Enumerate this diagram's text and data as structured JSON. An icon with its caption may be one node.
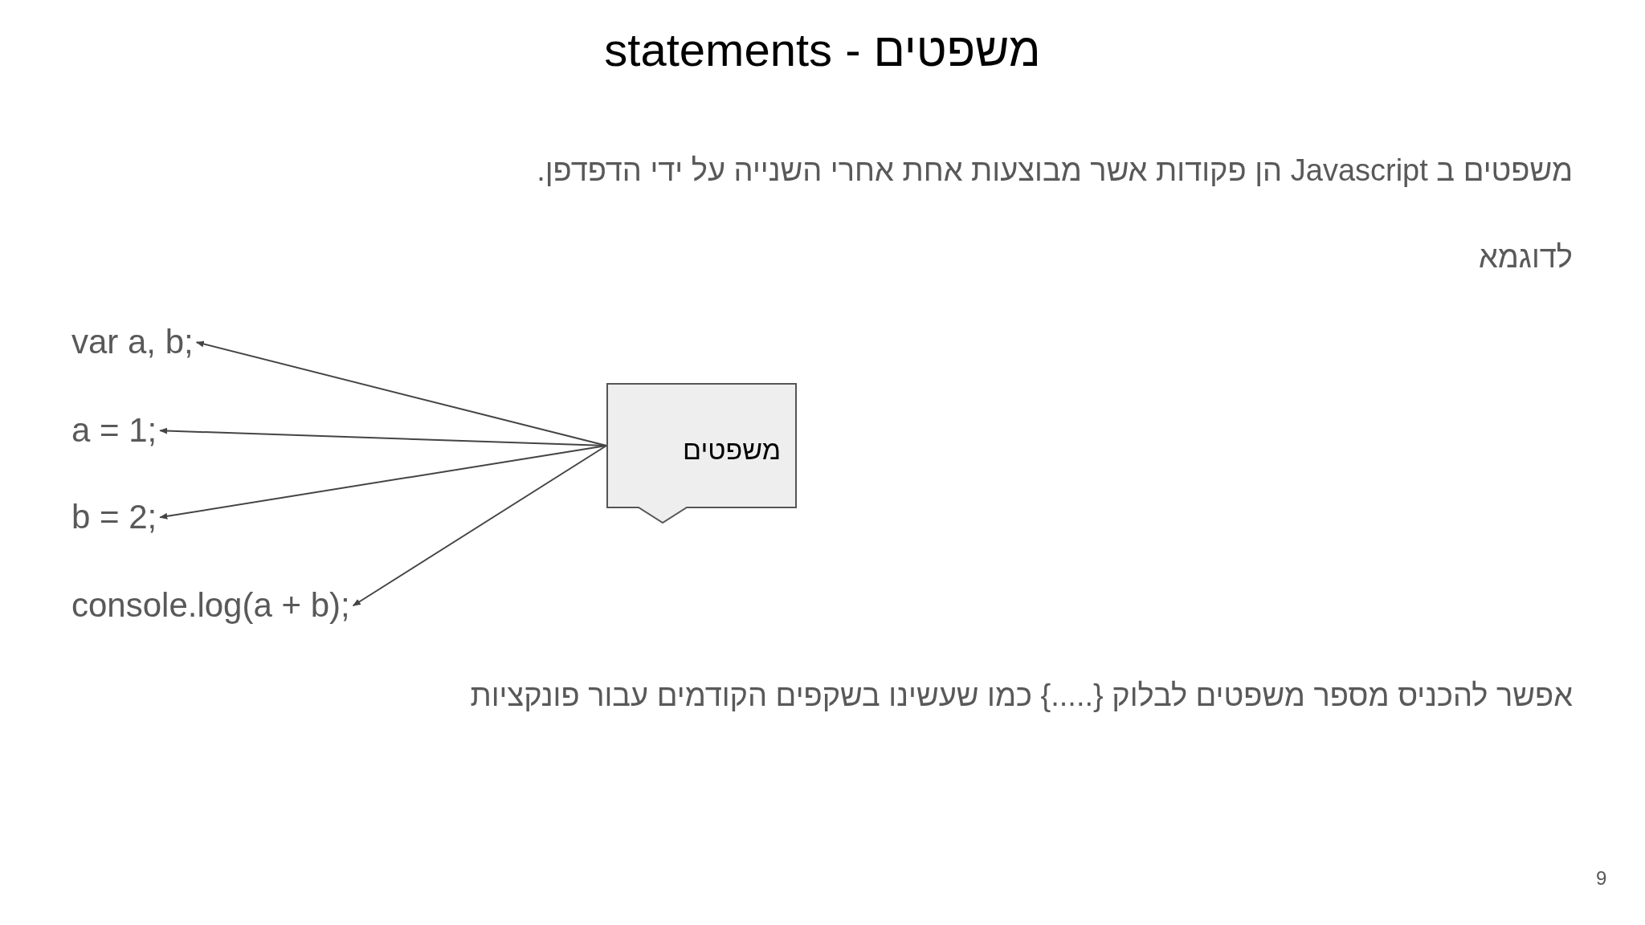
{
  "diagram": {
    "title": "statements - משפטים",
    "nodes": [
      {
        "text": [
          "משפטים"
        ]
      },
      {
        "text": [
          "var a, b;"
        ]
      },
      {
        "text": [
          "a = 1;"
        ]
      },
      {
        "text": [
          "b = 2;"
        ]
      },
      {
        "text": [
          "console.log(a + b);"
        ]
      }
    ],
    "edges": [
      {
        "from": 0,
        "to": 1,
        "arrow": "to"
      },
      {
        "from": 0,
        "to": 2,
        "arrow": "to"
      },
      {
        "from": 0,
        "to": 3,
        "arrow": "to"
      },
      {
        "from": 0,
        "to": 4,
        "arrow": "to"
      }
    ],
    "labels": [
      "משפטים ב Javascript הן פקודות אשר מבוצעות אחת אחרי השנייה על ידי הדפדפן.",
      "לדוגמא",
      "אפשר להכניס מספר משפטים לבלוק {.....} כמו שעשינו בשקפים הקודמים עבור פונקציות",
      "9"
    ]
  }
}
